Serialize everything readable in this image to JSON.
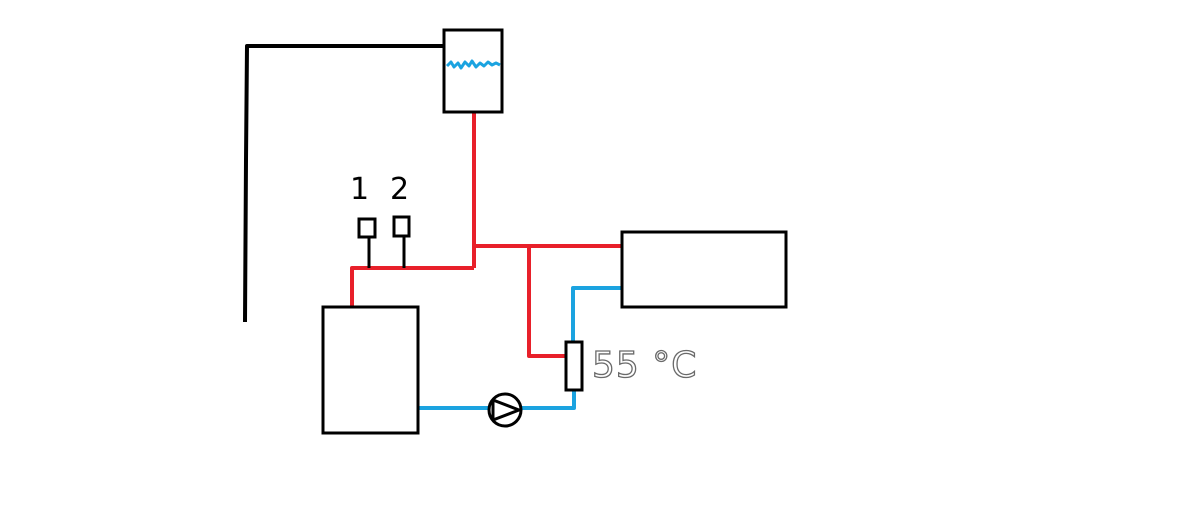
{
  "diagram": {
    "labels": {
      "sensor_1": "1",
      "sensor_2": "2",
      "thermostat_temp": "55 °C"
    },
    "colors": {
      "supply_line": "#e8202a",
      "return_line": "#1ba3e0",
      "outline": "#000000",
      "temp_text": "#6a6a6a",
      "background": "#ffffff"
    },
    "icons": {
      "pump": "circulation-pump-icon",
      "water_level": "water-level-icon"
    }
  }
}
